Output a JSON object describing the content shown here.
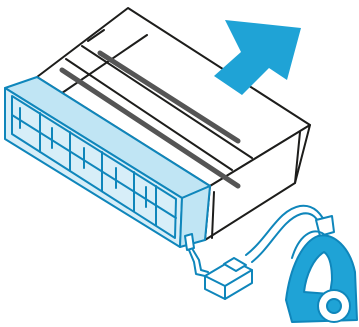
{
  "illustration": {
    "subject": "filter-cleaning-with-vacuum",
    "parts": [
      "indoor-unit",
      "air-filter",
      "airflow-arrow",
      "vacuum-cleaner",
      "vacuum-hose",
      "vacuum-nozzle"
    ]
  },
  "colors": {
    "outline": "#1d1d1b",
    "shade": "#555555",
    "accent": "#1fa3d6",
    "accent_stroke": "#0f86bb",
    "background": "#ffffff"
  },
  "icons": {
    "arrow": "arrow-up-right-icon"
  }
}
